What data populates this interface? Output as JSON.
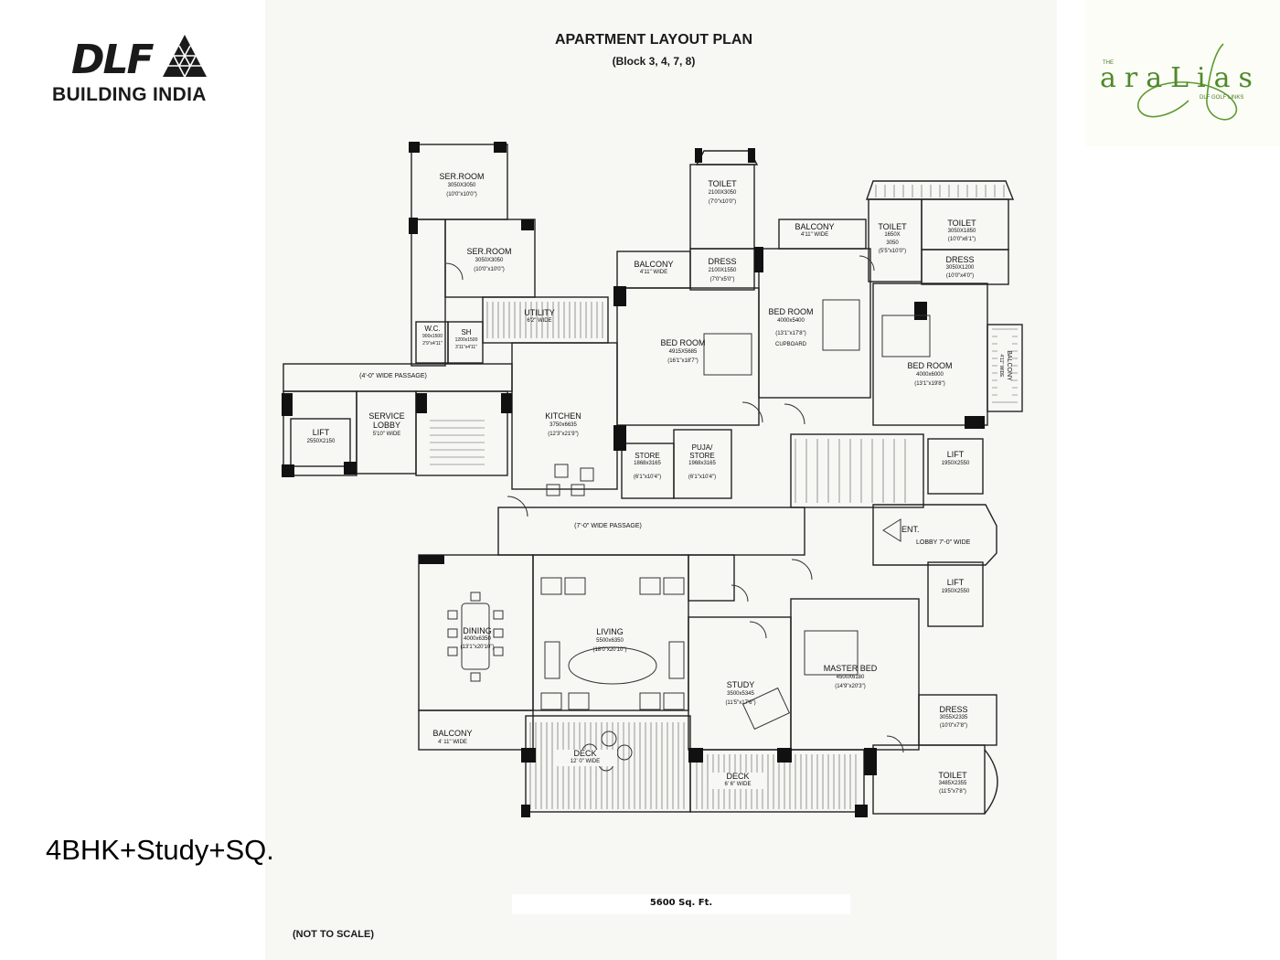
{
  "brand": {
    "name": "DLF",
    "tagline": "BUILDING INDIA"
  },
  "project_logo": {
    "prefix": "THE",
    "name": "araLias",
    "subtitle": "DLF GOLF LINKS",
    "color": "#4f8a2b"
  },
  "plan": {
    "title": "APARTMENT LAYOUT PLAN",
    "subtitle": "(Block 3, 4, 7, 8)",
    "configuration": "4BHK+Study+SQ.",
    "area": "5600 Sq. Ft.",
    "note": "(NOT TO SCALE)"
  },
  "rooms": {
    "ser_room_1": {
      "name": "SER.ROOM",
      "size": "3050X3050",
      "imperial": "(10'0\"x10'0\")"
    },
    "ser_room_2": {
      "name": "SER.ROOM",
      "size": "3050X3050",
      "imperial": "(10'0\"x10'0\")"
    },
    "wc": {
      "name": "W.C.",
      "size": "900x1500",
      "imperial": "2'9\"x4'11\""
    },
    "sh": {
      "name": "SH",
      "size": "1200x1500",
      "imperial": "3'11\"x4'11\""
    },
    "utility": {
      "name": "UTILITY",
      "width": "6'2\" WIDE"
    },
    "passage_service": {
      "name": "(4'-0\" WIDE PASSAGE)"
    },
    "lift_service": {
      "name": "LIFT",
      "size": "2550X2150"
    },
    "service_lobby": {
      "name": "SERVICE",
      "name2": "LOBBY",
      "width": "5'10\" WIDE"
    },
    "kitchen": {
      "name": "KITCHEN",
      "size": "3750x6635",
      "imperial": "(12'3\"x21'9\")"
    },
    "store": {
      "name": "STORE",
      "size": "1868x3165",
      "imperial": "(6'1\"x10'4\")"
    },
    "puja": {
      "name": "PUJA/",
      "name2": "STORE",
      "size": "1968x3165",
      "imperial": "(6'1\"x10'4\")"
    },
    "balcony_1": {
      "name": "BALCONY",
      "width": "4'11\" WIDE"
    },
    "toilet_1": {
      "name": "TOILET",
      "size": "2100X3050",
      "imperial": "(7'0\"x10'0\")"
    },
    "dress_1": {
      "name": "DRESS",
      "size": "2100X1550",
      "imperial": "(7'0\"x5'0\")"
    },
    "bed_room_1": {
      "name": "BED ROOM",
      "size": "4915X5685",
      "imperial": "(16'1\"x18'7\")"
    },
    "balcony_2": {
      "name": "BALCONY",
      "width": "4'11\" WIDE"
    },
    "bed_room_2": {
      "name": "BED ROOM",
      "size": "4000x5400",
      "imperial": "(13'1\"x17'8\")",
      "extra": "CUPBOARD"
    },
    "toilet_2": {
      "name": "TOILET",
      "size": "1650X",
      "size2": "3050",
      "imperial": "(5'5\"x10'0\")"
    },
    "toilet_3": {
      "name": "TOILET",
      "size": "3050X1850",
      "imperial": "(10'0\"x6'1\")"
    },
    "dress_2": {
      "name": "DRESS",
      "size": "3050X1200",
      "imperial": "(10'0\"x4'0\")"
    },
    "bed_room_3": {
      "name": "BED ROOM",
      "size": "4000x6000",
      "imperial": "(13'1\"x19'8\")"
    },
    "balcony_3": {
      "name": "BALCONY",
      "width": "4'11\" WIDE"
    },
    "lift_1": {
      "name": "LIFT",
      "size": "1950X2550"
    },
    "lift_2": {
      "name": "LIFT",
      "size": "1950X2550"
    },
    "passage_main": {
      "name": "(7'-0\" WIDE PASSAGE)"
    },
    "entrance": {
      "name": "ENT.",
      "lobby": "LOBBY 7'-0\" WIDE"
    },
    "dining": {
      "name": "DINING",
      "size": "4000x6350",
      "imperial": "(13'1\"x20'10\")"
    },
    "living": {
      "name": "LIVING",
      "size": "5500x6350",
      "imperial": "(18'0\"x20'10\")"
    },
    "study": {
      "name": "STUDY",
      "size": "3500x5345",
      "imperial": "(11'5\"x17'6\")"
    },
    "master_bed": {
      "name": "MASTER BED",
      "size": "4500X6180",
      "imperial": "(14'9\"x20'3\")"
    },
    "dress_3": {
      "name": "DRESS",
      "size": "3055X2335",
      "imperial": "(10'0\"x7'8\")"
    },
    "toilet_4": {
      "name": "TOILET",
      "size": "3485X2355",
      "imperial": "(11'5\"x7'8\")"
    },
    "balcony_4": {
      "name": "BALCONY",
      "width": "4' 11\" WIDE"
    },
    "deck_1": {
      "name": "DECK",
      "width": "12' 0\" WIDE"
    },
    "deck_2": {
      "name": "DECK",
      "width": "6' 6\" WIDE"
    }
  }
}
